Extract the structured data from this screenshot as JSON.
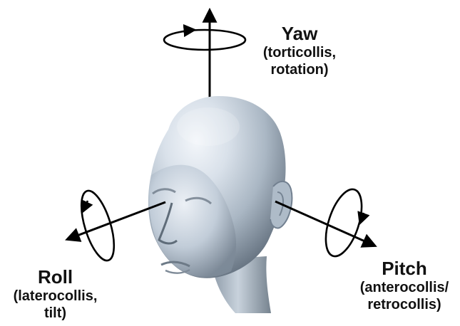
{
  "axes": {
    "yaw": {
      "title": "Yaw",
      "line1": "(torticollis,",
      "line2": "rotation)"
    },
    "roll": {
      "title": "Roll",
      "line1": "(laterocollis,",
      "line2": "tilt)"
    },
    "pitch": {
      "title": "Pitch",
      "line1": "(anterocollis/",
      "line2": "retrocollis)"
    }
  },
  "colors": {
    "arrow": "#000000",
    "head_light": "#dfe6ee",
    "head_mid": "#a9b6c3",
    "head_dark": "#5f6c79",
    "text": "#111111"
  },
  "icons": {
    "center": "head-model-icon"
  }
}
